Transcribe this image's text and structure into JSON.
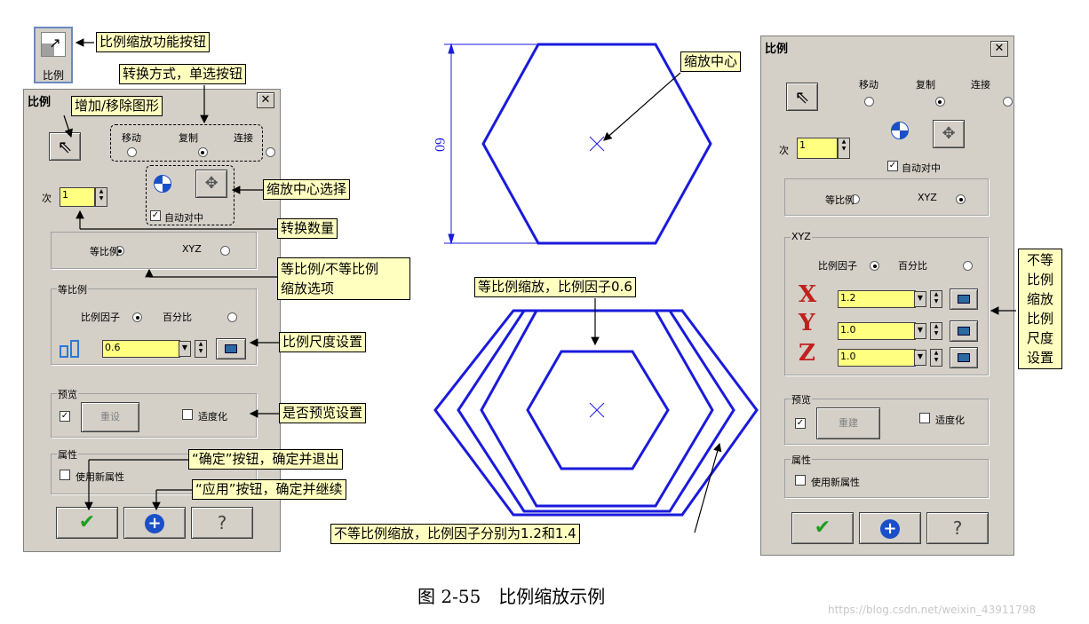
{
  "scale_tool": {
    "label": "比例"
  },
  "left_dialog": {
    "title": "比例",
    "close": "✕",
    "transform": {
      "move": "移动",
      "copy": "复制",
      "connect": "连接",
      "selected": "copy"
    },
    "count_label": "次",
    "count_value": "1",
    "auto_center": "自动对中",
    "mode": {
      "uniform": "等比例",
      "xyz": "XYZ",
      "selected": "uniform"
    },
    "uniform_group": {
      "caption": "等比例",
      "factor": "比例因子",
      "percent": "百分比",
      "selected": "factor",
      "value": "0.6"
    },
    "preview": {
      "caption": "预览",
      "reset": "重设",
      "fit": "适度化"
    },
    "attr": {
      "caption": "属性",
      "use_new": "使用新属性"
    }
  },
  "right_dialog": {
    "title": "比例",
    "close": "✕",
    "transform": {
      "move": "移动",
      "copy": "复制",
      "connect": "连接",
      "selected": "copy"
    },
    "count_label": "次",
    "count_value": "1",
    "auto_center": "自动对中",
    "mode": {
      "uniform": "等比例",
      "xyz": "XYZ",
      "selected": "xyz"
    },
    "xyz_group": {
      "caption": "XYZ",
      "factor": "比例因子",
      "percent": "百分比",
      "selected": "factor",
      "axes": [
        {
          "letter": "X",
          "value": "1.2"
        },
        {
          "letter": "Y",
          "value": "1.0"
        },
        {
          "letter": "Z",
          "value": "1.0"
        }
      ]
    },
    "preview": {
      "caption": "预览",
      "rebuild": "重建",
      "fit": "适度化"
    },
    "attr": {
      "caption": "属性",
      "use_new": "使用新属性"
    }
  },
  "callouts": {
    "scale_button": "比例缩放功能按钮",
    "transform_mode": "转换方式，单选按钮",
    "add_remove": "增加/移除图形",
    "center_select": "缩放中心选择",
    "count": "转换数量",
    "uniform_option": "等比例/不等比例",
    "uniform_option2": "缩放选项",
    "scale_setting": "比例尺度设置",
    "preview_setting": "是否预览设置",
    "ok_button": "“确定”按钮，确定并退出",
    "apply_button": "“应用”按钮，确定并继续",
    "scale_center": "缩放中心",
    "uniform_scale": "等比例缩放，比例因子0.6",
    "nonuniform_scale": "不等比例缩放，比例因子分别为1.2和1.4",
    "right_side": "不等比例缩放比例尺度设置"
  },
  "drawing": {
    "dimension": "60",
    "line_color": "#1a1adc"
  },
  "caption": "图 2-55　比例缩放示例",
  "watermark": "https://blog.csdn.net/weixin_43911798"
}
